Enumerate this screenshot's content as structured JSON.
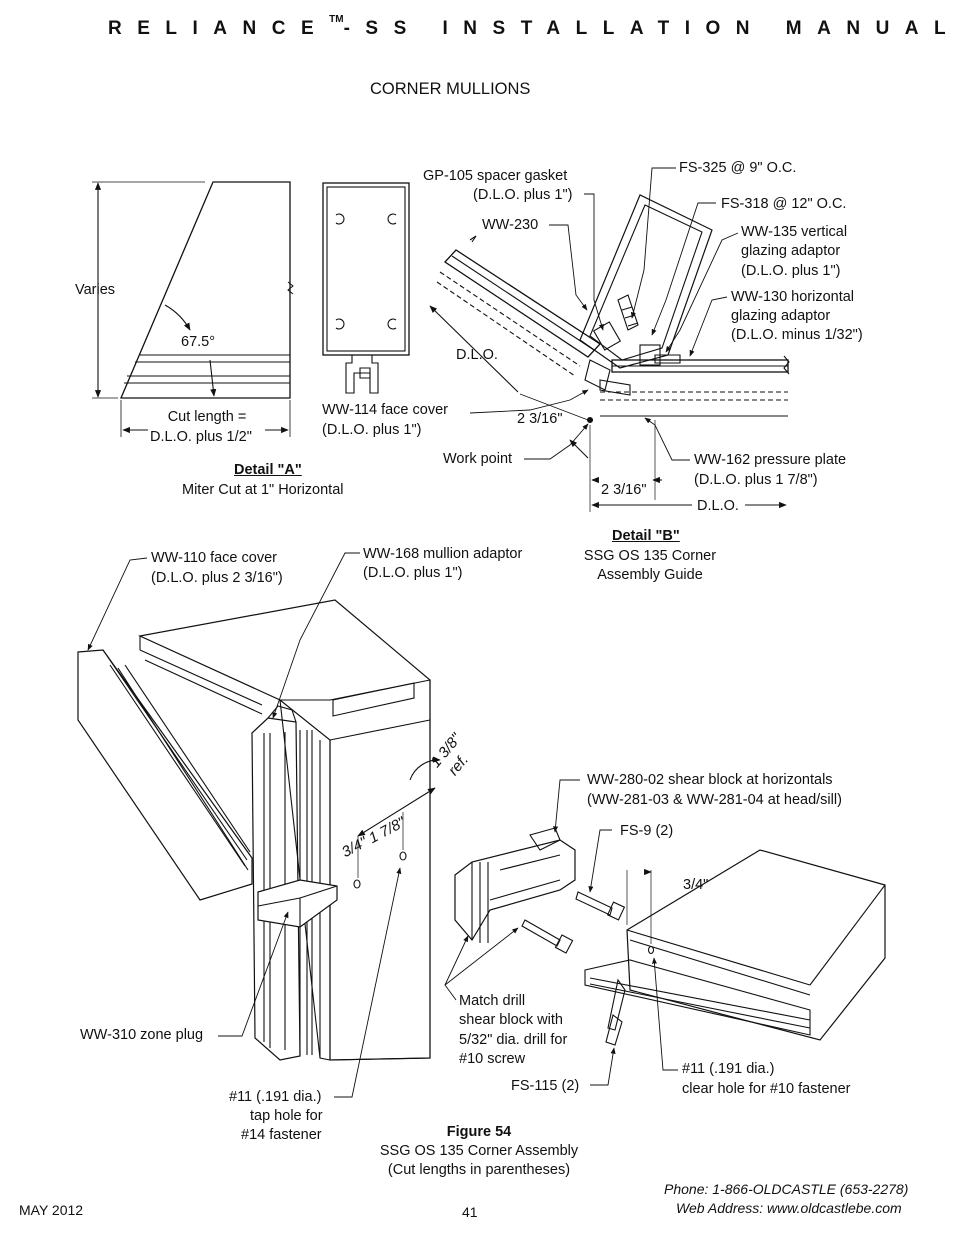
{
  "header": {
    "title_before_tm": "RELIANCE",
    "tm": "TM",
    "title_after_tm": "-SS INSTALLATION MANUAL"
  },
  "section_title": "CORNER MULLIONS",
  "detail_a": {
    "varies": "Varies",
    "angle": "67.5°",
    "cut_length_1": "Cut length =",
    "cut_length_2": "D.L.O. plus 1/2\"",
    "face_cover_1": "WW-114 face cover",
    "face_cover_2": "(D.L.O. plus 1\")",
    "caption_title": "Detail \"A\"",
    "caption_sub": "Miter Cut at 1\" Horizontal"
  },
  "detail_b": {
    "gp105_1": "GP-105 spacer gasket",
    "gp105_2": "(D.L.O. plus 1\")",
    "ww230": "WW-230",
    "fs325": "FS-325 @ 9\" O.C.",
    "fs318": "FS-318 @ 12\" O.C.",
    "ww135_1": "WW-135 vertical",
    "ww135_2": "glazing adaptor",
    "ww135_3": "(D.L.O. plus 1\")",
    "ww130_1": "WW-130 horizontal",
    "ww130_2": "glazing adaptor",
    "ww130_3": "(D.L.O. minus 1/32\")",
    "dlo_left": "D.L.O.",
    "dim_2316_a": "2 3/16\"",
    "work_point": "Work point",
    "ww162_1": "WW-162 pressure plate",
    "ww162_2": "(D.L.O. plus 1 7/8\")",
    "dim_2316_b": "2 3/16\"",
    "dlo_bottom": "D.L.O.",
    "caption_title": "Detail \"B\"",
    "caption_sub1": "SSG OS 135 Corner",
    "caption_sub2": "Assembly Guide"
  },
  "figure": {
    "ww110_1": "WW-110 face cover",
    "ww110_2": "(D.L.O. plus 2 3/16\")",
    "ww168_1": "WW-168 mullion adaptor",
    "ww168_2": "(D.L.O. plus 1\")",
    "dim_138": "1 3/8\"",
    "dim_ref": "ref.",
    "dim_34": "3/4\"",
    "dim_178": "1 7/8\"",
    "ww280_1": "WW-280-02 shear block at horizontals",
    "ww280_2": "(WW-281-03 & WW-281-04 at head/sill)",
    "fs9": "FS-9 (2)",
    "dim_34_b": "3/4\"",
    "match_1": "Match drill",
    "match_2": "shear block with",
    "match_3": "5/32\" dia. drill for",
    "match_4": "#10 screw",
    "fs115": "FS-115 (2)",
    "hole11_1": "#11 (.191 dia.)",
    "hole11_2": "clear hole for #10 fastener",
    "ww310": "WW-310 zone plug",
    "tap_1": "#11 (.191 dia.)",
    "tap_2": "tap hole for",
    "tap_3": "#14 fastener",
    "caption_title": "Figure 54",
    "caption_sub1": "SSG OS 135 Corner Assembly",
    "caption_sub2": "(Cut lengths in parentheses)"
  },
  "footer": {
    "date": "MAY 2012",
    "page": "41",
    "phone": "Phone: 1-866-OLDCASTLE (653-2278)",
    "web": "Web Address: www.oldcastlebe.com"
  }
}
